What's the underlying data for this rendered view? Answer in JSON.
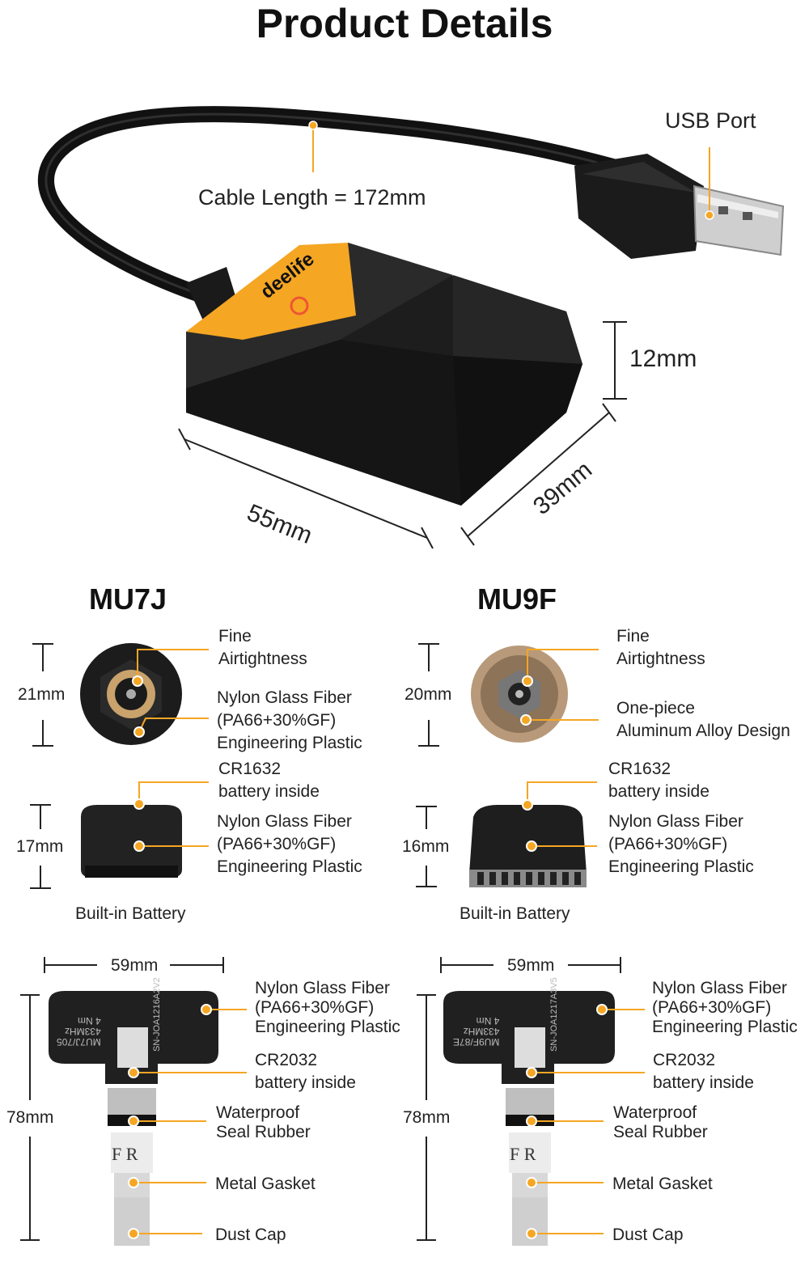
{
  "title": "Product Details",
  "receiver": {
    "brand": "deelife",
    "cable_label": "Cable Length = 172mm",
    "usb_label": "USB Port",
    "height_label": "12mm",
    "length_label": "55mm",
    "width_label": "39mm"
  },
  "models": {
    "mu7j": {
      "name": "MU7J",
      "cap_height": "21mm",
      "cap_label_1": [
        "Fine",
        "Airtightness"
      ],
      "cap_label_2": [
        "Nylon Glass Fiber",
        "(PA66+30%GF)",
        "Engineering Plastic"
      ],
      "body_height": "17mm",
      "body_label_1": [
        "CR1632",
        "battery inside"
      ],
      "body_label_2": [
        "Nylon Glass Fiber",
        "(PA66+30%GF)",
        "Engineering Plastic"
      ],
      "body_caption": "Built-in Battery"
    },
    "mu9f": {
      "name": "MU9F",
      "cap_height": "20mm",
      "cap_label_1": [
        "Fine",
        "Airtightness"
      ],
      "cap_label_2": [
        "One-piece",
        "Aluminum Alloy Design"
      ],
      "body_height": "16mm",
      "body_label_1": [
        "CR1632",
        "battery inside"
      ],
      "body_label_2": [
        "Nylon Glass Fiber",
        "(PA66+30%GF)",
        "Engineering Plastic"
      ],
      "body_caption": "Built-in Battery"
    }
  },
  "valves": {
    "left": {
      "width": "59mm",
      "height": "78mm",
      "stamp": [
        "MU7J/705",
        "433MHz",
        "4 Nm"
      ],
      "serial": "SN-JOA1216A2V2",
      "material": [
        "Nylon Glass Fiber",
        "(PA66+30%GF)",
        "Engineering Plastic"
      ],
      "battery": [
        "CR2032",
        "battery inside"
      ],
      "seal": [
        "Waterproof",
        "Seal Rubber"
      ],
      "gasket": "Metal Gasket",
      "cap": "Dust Cap",
      "valve_letters": "F  R"
    },
    "right": {
      "width": "59mm",
      "height": "78mm",
      "stamp": [
        "MU9F/87E",
        "433MHz",
        "4 Nm"
      ],
      "serial": "SN-JOA1217A3V5",
      "material": [
        "Nylon Glass Fiber",
        "(PA66+30%GF)",
        "Engineering Plastic"
      ],
      "battery": [
        "CR2032",
        "battery inside"
      ],
      "seal": [
        "Waterproof",
        "Seal Rubber"
      ],
      "gasket": "Metal Gasket",
      "cap": "Dust Cap",
      "valve_letters": "F  R"
    }
  },
  "colors": {
    "accent": "#f5a623",
    "device": "#1e1e1e",
    "text": "#222222"
  }
}
